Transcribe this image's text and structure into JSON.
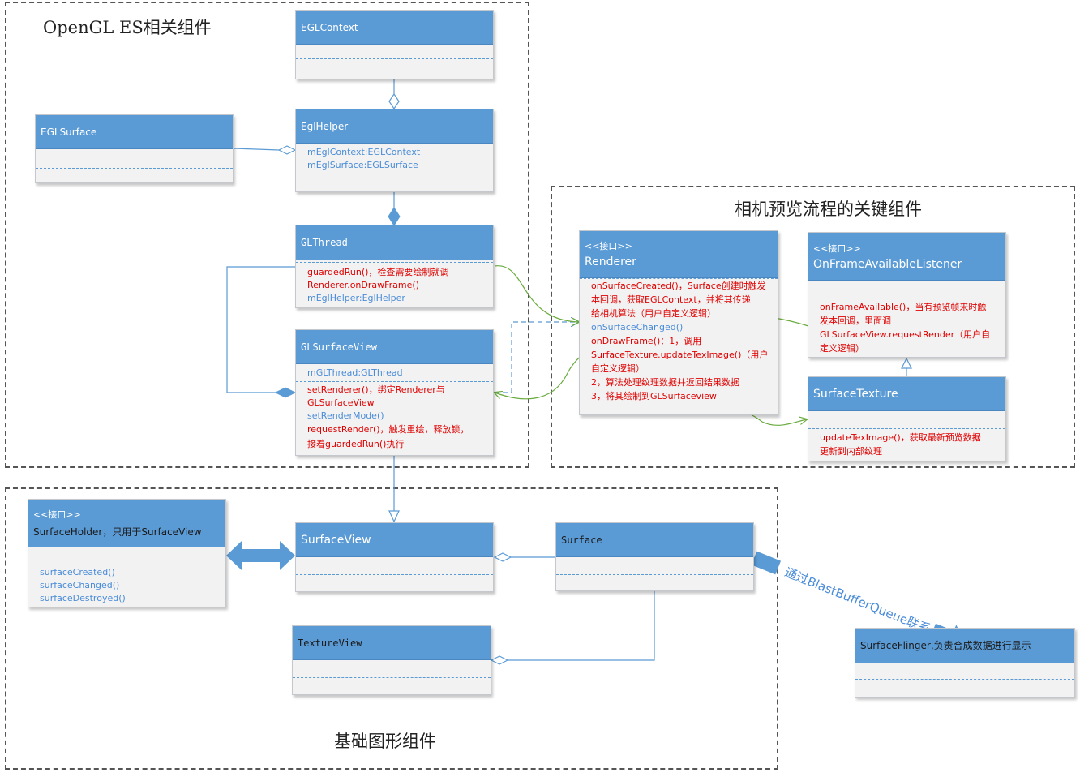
{
  "groups": {
    "opengl": "OpenGL ES相关组件",
    "camera": "相机预览流程的关键组件",
    "basic": "基础图形组件"
  },
  "classes": {
    "egl_context": {
      "name": "EGLContext"
    },
    "egl_surface": {
      "name": "EGLSurface"
    },
    "egl_helper": {
      "name": "EglHelper",
      "attrs": [
        "mEglContext:EGLContext",
        "mEglSurface:EGLSurface"
      ]
    },
    "gl_thread": {
      "name": "GLThread",
      "lines": [
        "guardedRun()，检查需要绘制就调",
        "Renderer.onDrawFrame()",
        "mEglHelper:EglHelper"
      ]
    },
    "gl_surface_view": {
      "name": "GLSurfaceView",
      "attr": "mGLThread:GLThread",
      "lines": [
        "setRenderer()，绑定Renderer与",
        "GLSurfaceView",
        "setRenderMode()",
        "requestRender()，触发重绘，释放锁，",
        "接着guardedRun()执行"
      ]
    },
    "renderer": {
      "stereotype": "<<接口>>",
      "name": "Renderer",
      "lines": [
        "onSurfaceCreated()，Surface创建时触发",
        "本回调，获取EGLContext，并将其传递",
        "给相机算法（用户自定义逻辑）",
        "onSurfaceChanged()",
        "onDrawFrame()：1，调用",
        "SurfaceTexture.updateTexImage()（用户",
        "自定义逻辑）",
        "2，算法处理纹理数据并返回结果数据",
        "3，将其绘制到GLSurfaceview"
      ]
    },
    "on_frame_listener": {
      "stereotype": "<<接口>>",
      "name": "OnFrameAvailableListener",
      "lines": [
        "onFrameAvailable()，当有预览帧来时触",
        "发本回调，里面调",
        "GLSurfaceView.requestRender（用户自",
        "定义逻辑）"
      ]
    },
    "surface_texture": {
      "name": "SurfaceTexture",
      "lines": [
        "updateTexImage()，获取最新预览数据",
        "更新到内部纹理"
      ]
    },
    "surface_holder": {
      "stereotype": "<<接口>>",
      "name": "SurfaceHolder，只用于SurfaceView",
      "lines": [
        "surfaceCreated()",
        "surfaceChanged()",
        "surfaceDestroyed()"
      ]
    },
    "surface_view": {
      "name": "SurfaceView"
    },
    "surface": {
      "name": "Surface"
    },
    "texture_view": {
      "name": "TextureView"
    },
    "surface_flinger": {
      "name": "SurfaceFlinger,负责合成数据进行显示"
    }
  },
  "edges": {
    "blast_label": "通过BlastBufferQueue联系"
  },
  "colors": {
    "class_header": "#5b9bd5",
    "class_body": "#f2f2f2",
    "connector": "#5b9bd5",
    "flow_arrow": "#6aab3f",
    "method_highlight": "#e00000",
    "method_normal": "#4a8cd8"
  }
}
